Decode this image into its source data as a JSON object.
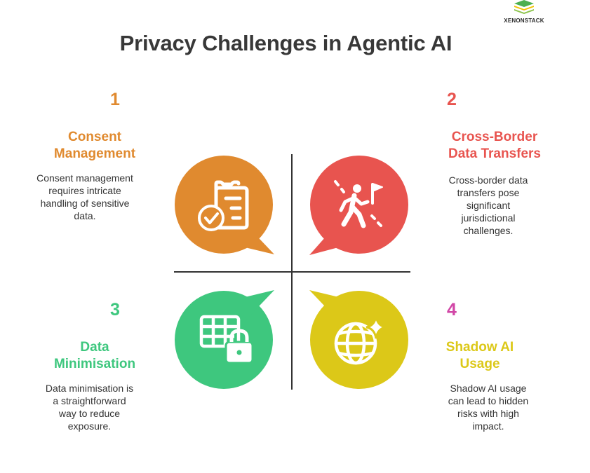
{
  "title": "Privacy Challenges in Agentic AI",
  "brand": "XENONSTACK",
  "colors": {
    "orange": "#E08A2F",
    "red": "#E8544F",
    "green": "#3EC77E",
    "yellow": "#DCC818",
    "title": "#383838",
    "divider": "#333333"
  },
  "items": [
    {
      "number": "1",
      "heading_line1": "Consent",
      "heading_line2": "Management",
      "description": [
        "Consent management",
        "requires intricate",
        "handling of sensitive",
        "data."
      ],
      "icon": "clipboard-check-icon"
    },
    {
      "number": "2",
      "heading_line1": "Cross-Border",
      "heading_line2": "Data Transfers",
      "description": [
        "Cross-border data",
        "transfers pose",
        "significant",
        "jurisdictional",
        "challenges."
      ],
      "icon": "hiker-flag-icon"
    },
    {
      "number": "3",
      "heading_line1": "Data",
      "heading_line2": "Minimisation",
      "description": [
        "Data minimisation is",
        "a straightforward",
        "way to reduce",
        "exposure."
      ],
      "icon": "table-lock-icon"
    },
    {
      "number": "4",
      "heading_line1": "Shadow AI",
      "heading_line2": "Usage",
      "description": [
        "Shadow AI usage",
        "can lead to hidden",
        "risks with high",
        "impact."
      ],
      "icon": "globe-sparkle-icon"
    }
  ]
}
